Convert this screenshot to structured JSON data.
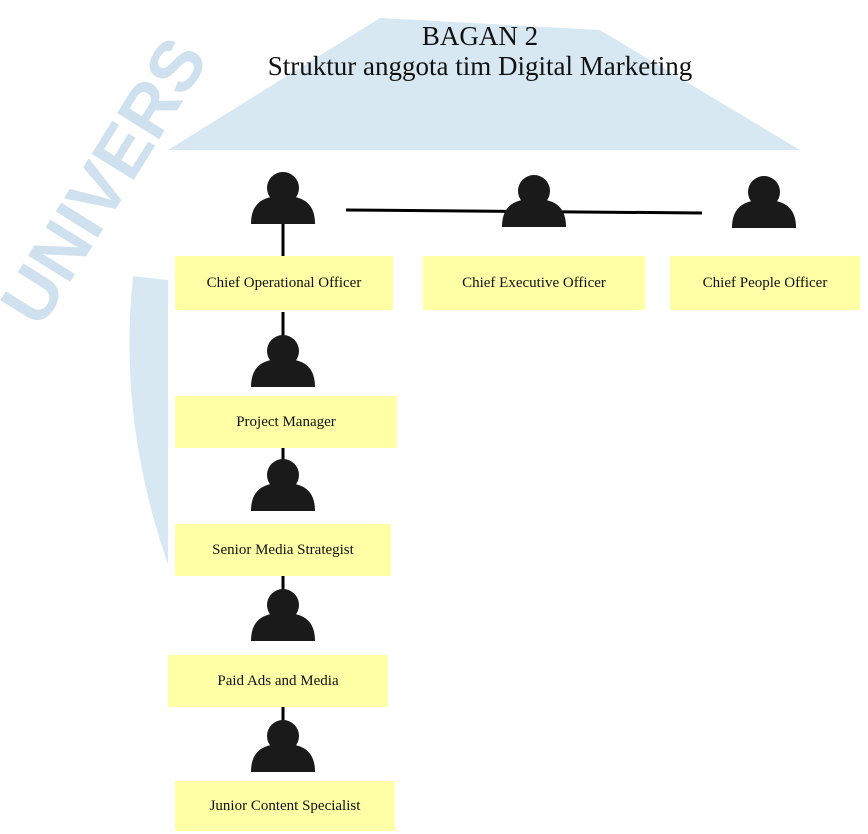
{
  "header": {
    "line1": "BAGAN 2",
    "line2": "Struktur anggota tim Digital Marketing"
  },
  "roles": {
    "coo": "Chief Operational Officer",
    "ceo": "Chief Executive Officer",
    "cpo": "Chief People Officer",
    "pm": "Project Manager",
    "sms": "Senior Media Strategist",
    "pam": "Paid Ads and Media",
    "jcs": "Junior Content Specialist"
  },
  "colors": {
    "box_fill": "#ffffa6",
    "line": "#000000",
    "icon": "#1a1a1a",
    "watermark": "#cfe1ee"
  },
  "icons": [
    "person-icon"
  ]
}
